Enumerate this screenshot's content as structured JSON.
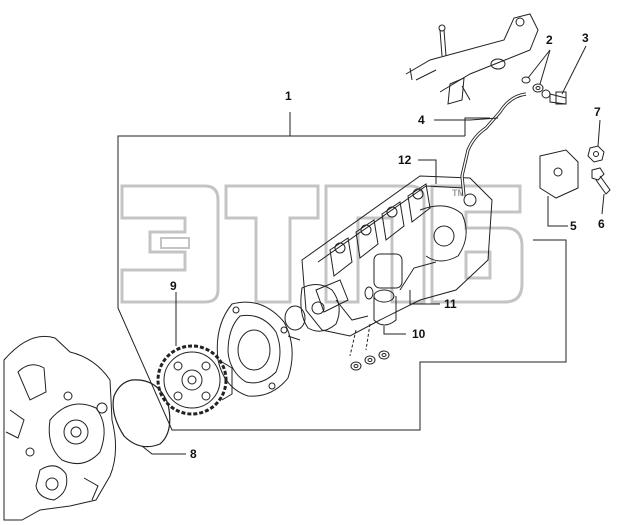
{
  "callouts": {
    "c1": "1",
    "c2": "2",
    "c3": "3",
    "c4": "4",
    "c5": "5",
    "c6": "6",
    "c7": "7",
    "c8": "8",
    "c9": "9",
    "c10": "10",
    "c11": "11",
    "c12": "12"
  },
  "watermark": {
    "tm": "TM"
  },
  "colors": {
    "line": "#222222",
    "watermark": "#c8c8c8",
    "background": "#ffffff"
  }
}
